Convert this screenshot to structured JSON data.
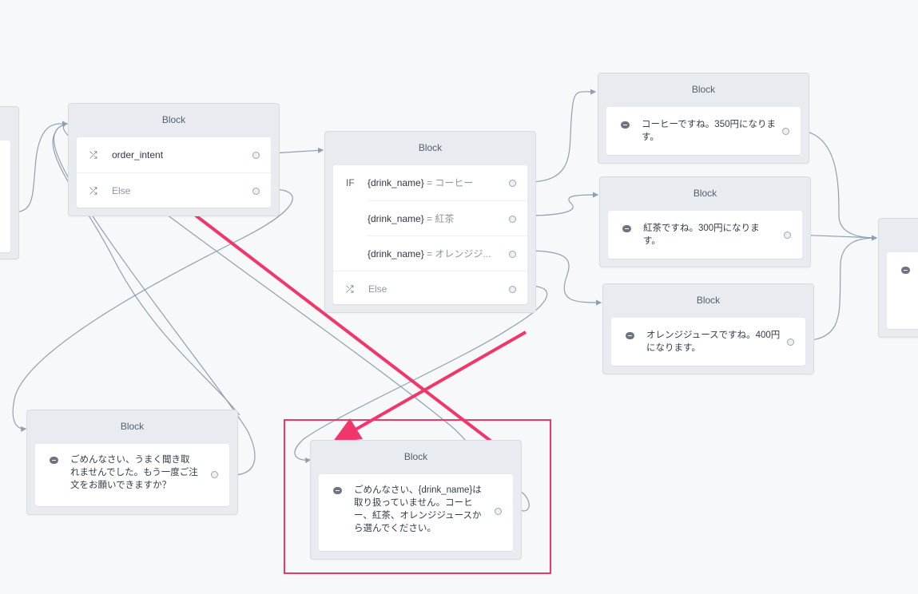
{
  "block_title": "Block",
  "intent_block": {
    "rows": [
      {
        "icon": "shuffle-icon",
        "label": "order_intent"
      },
      {
        "icon": "shuffle-icon",
        "label": "Else"
      }
    ]
  },
  "if_block": {
    "if_label": "IF",
    "rows": [
      {
        "variable": "{drink_name}",
        "op": "=",
        "value": "コーヒー"
      },
      {
        "variable": "{drink_name}",
        "op": "=",
        "value": "紅茶"
      },
      {
        "variable": "{drink_name}",
        "op": "=",
        "value": "オレンジジ..."
      },
      {
        "label": "Else"
      }
    ]
  },
  "coffee_block": {
    "message": "コーヒーですね。350円になります。"
  },
  "tea_block": {
    "message": "紅茶ですね。300円になります。"
  },
  "orange_block": {
    "message": "オレンジジュースですね。400円になります。"
  },
  "retry_block": {
    "message": "ごめんなさい、うまく聞き取れませんでした。もう一度ご注文をお願いできますか？"
  },
  "unavailable_block": {
    "message": "ごめんなさい、{drink_name}は取り扱っていません。コーヒー、紅茶、オレンジジュースから選んでください。"
  },
  "colors": {
    "connector": "#8fa0b3",
    "annotation": "#f0376b",
    "if": "#e74c5f"
  }
}
